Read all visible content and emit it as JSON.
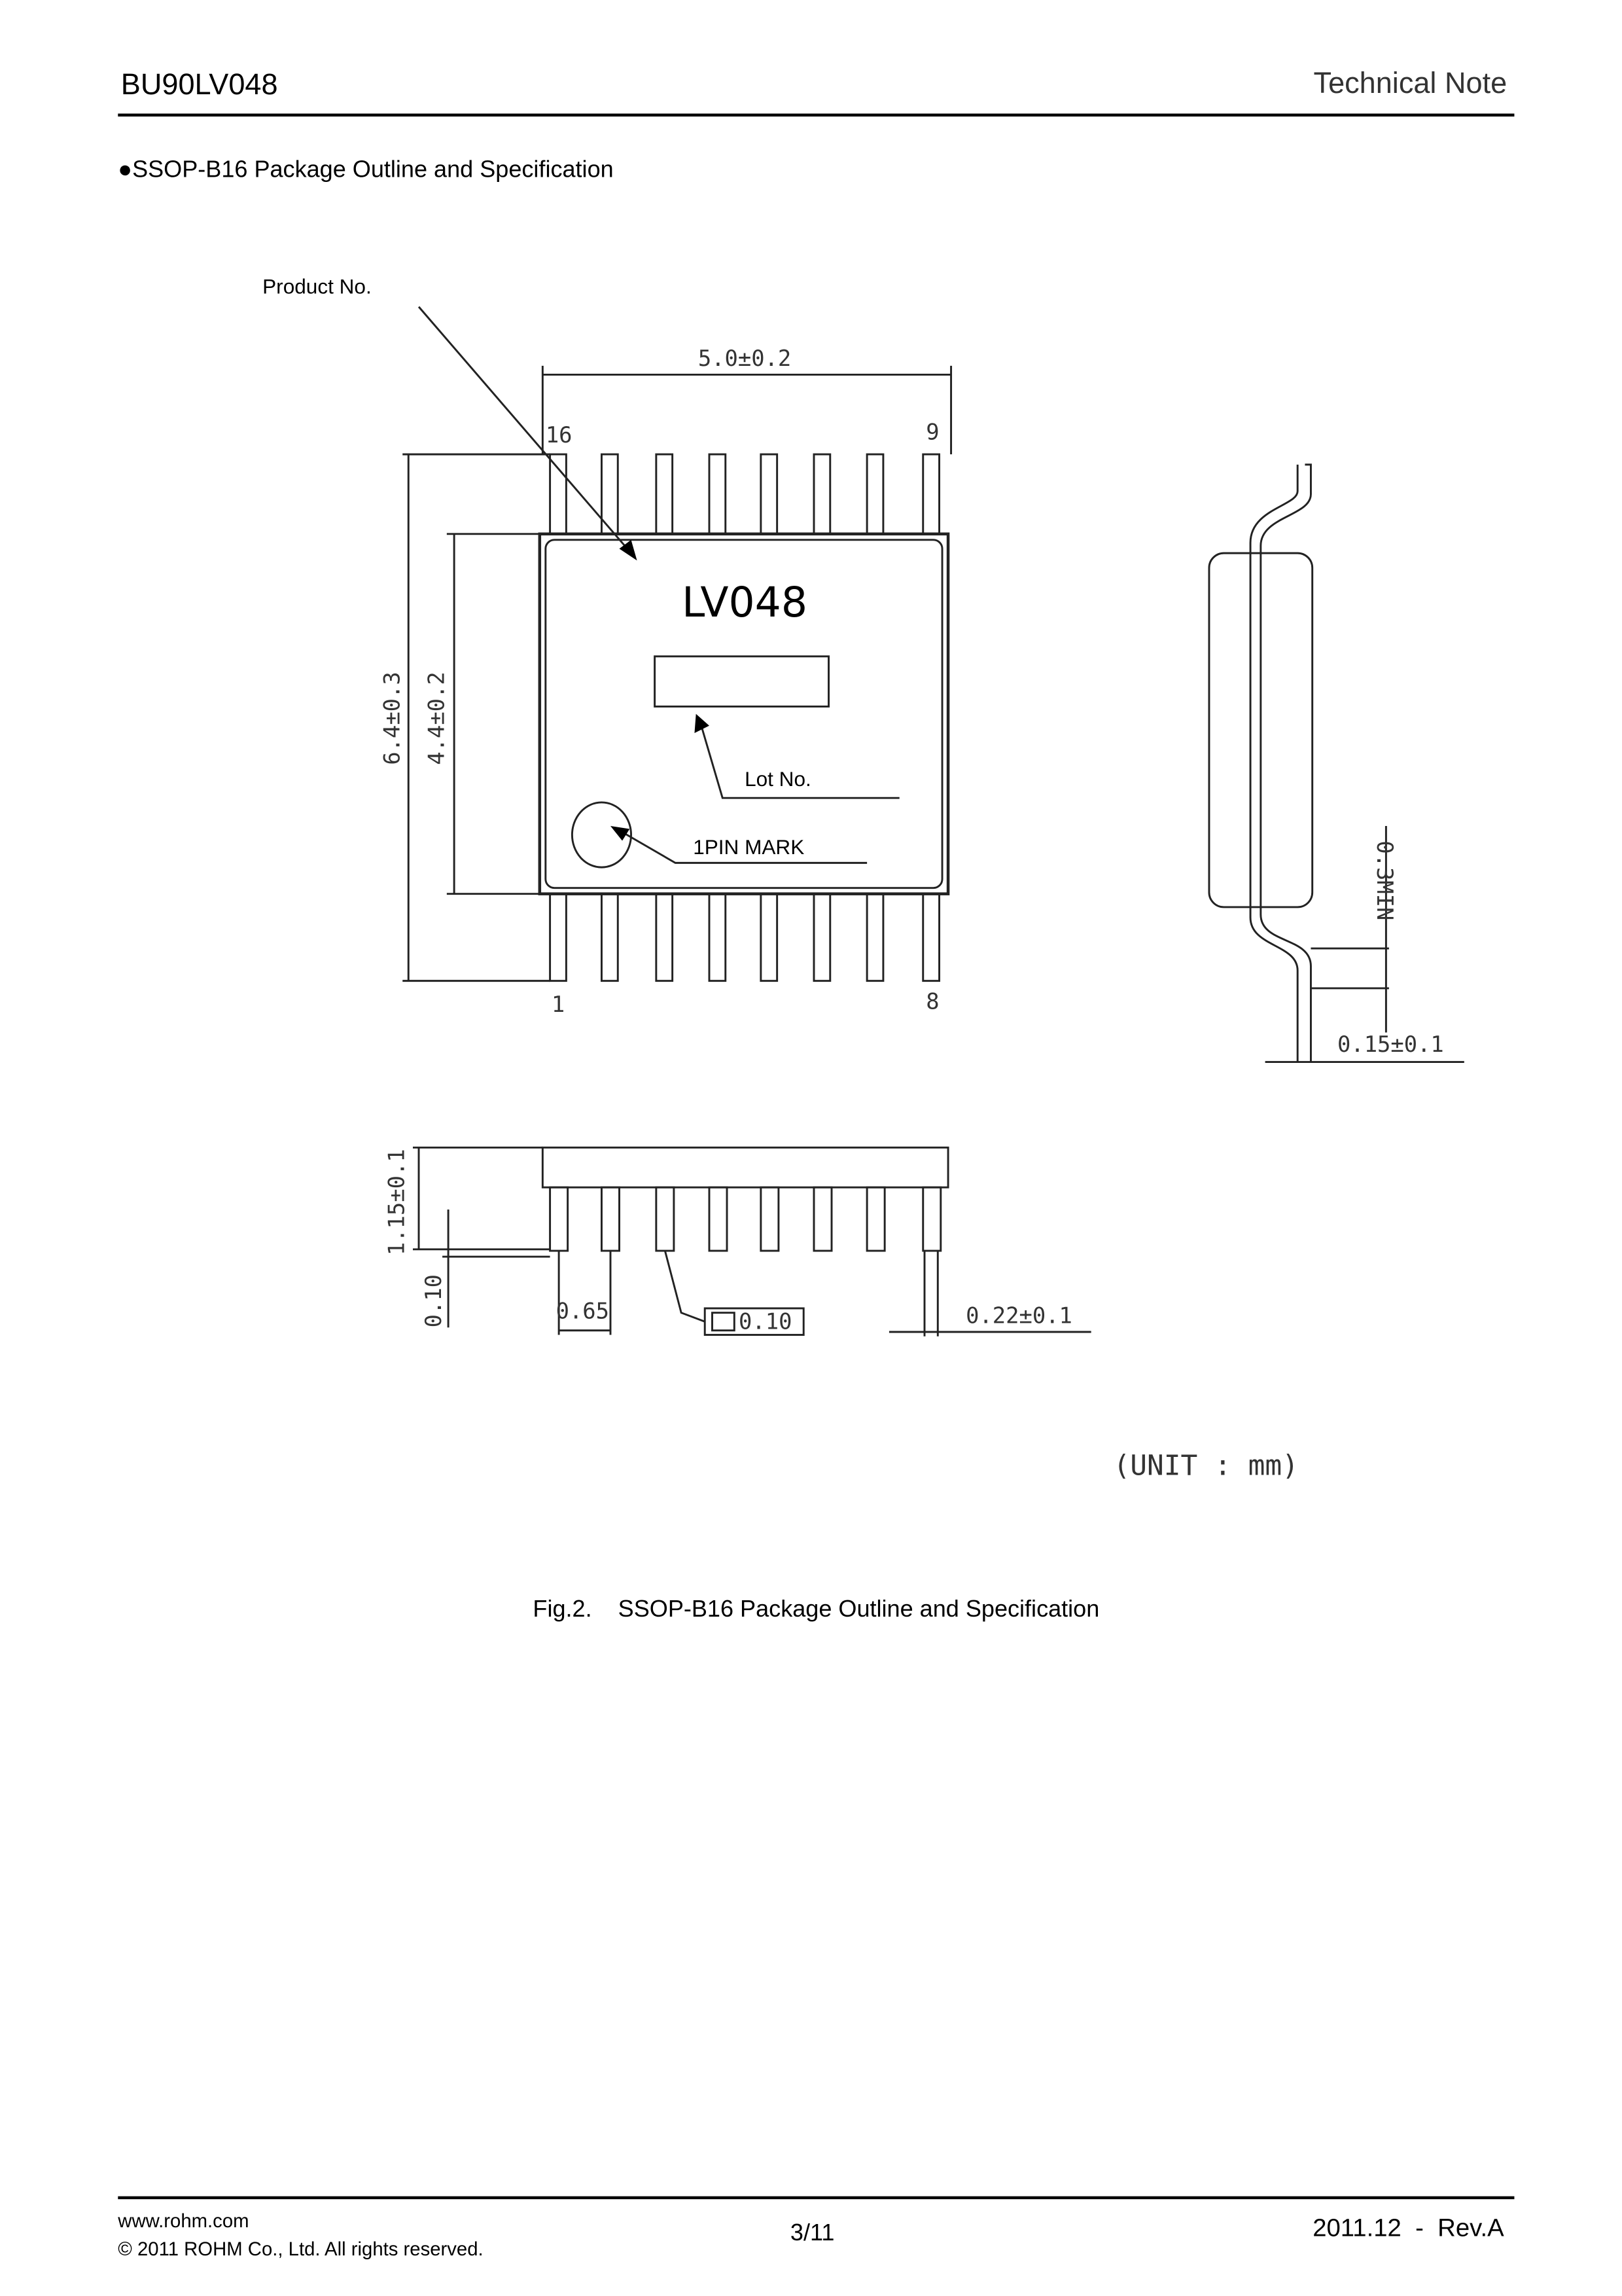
{
  "header": {
    "doc_id": "BU90LV048",
    "doc_type": "Technical Note"
  },
  "section": {
    "title": "●SSOP-B16 Package Outline and Specification"
  },
  "figure": {
    "product_no_label": "Product No.",
    "marking": "LV048",
    "lot_no_label": "Lot No.",
    "pin1_mark_label": "1PIN MARK",
    "pin_labels": {
      "p16": "16",
      "p9": "9",
      "p1": "1",
      "p8": "8"
    },
    "dimensions": {
      "width": "5.0±0.2",
      "total_length": "6.4±0.3",
      "body_length": "4.4±0.2",
      "lead_min": "0.3MIN",
      "lead_thickness": "0.15±0.1",
      "height": "1.15±0.1",
      "standoff": "0.10",
      "pitch": "0.65",
      "coplanarity": "0.10",
      "lead_width": "0.22±0.1"
    },
    "unit": "(UNIT : mm)",
    "caption": "Fig.2.    SSOP-B16 Package Outline and Specification"
  },
  "footer": {
    "url": "www.rohm.com",
    "copyright": "© 2011 ROHM Co., Ltd. All rights reserved.",
    "page": "3/11",
    "revision": "2011.12  -  Rev.A"
  }
}
